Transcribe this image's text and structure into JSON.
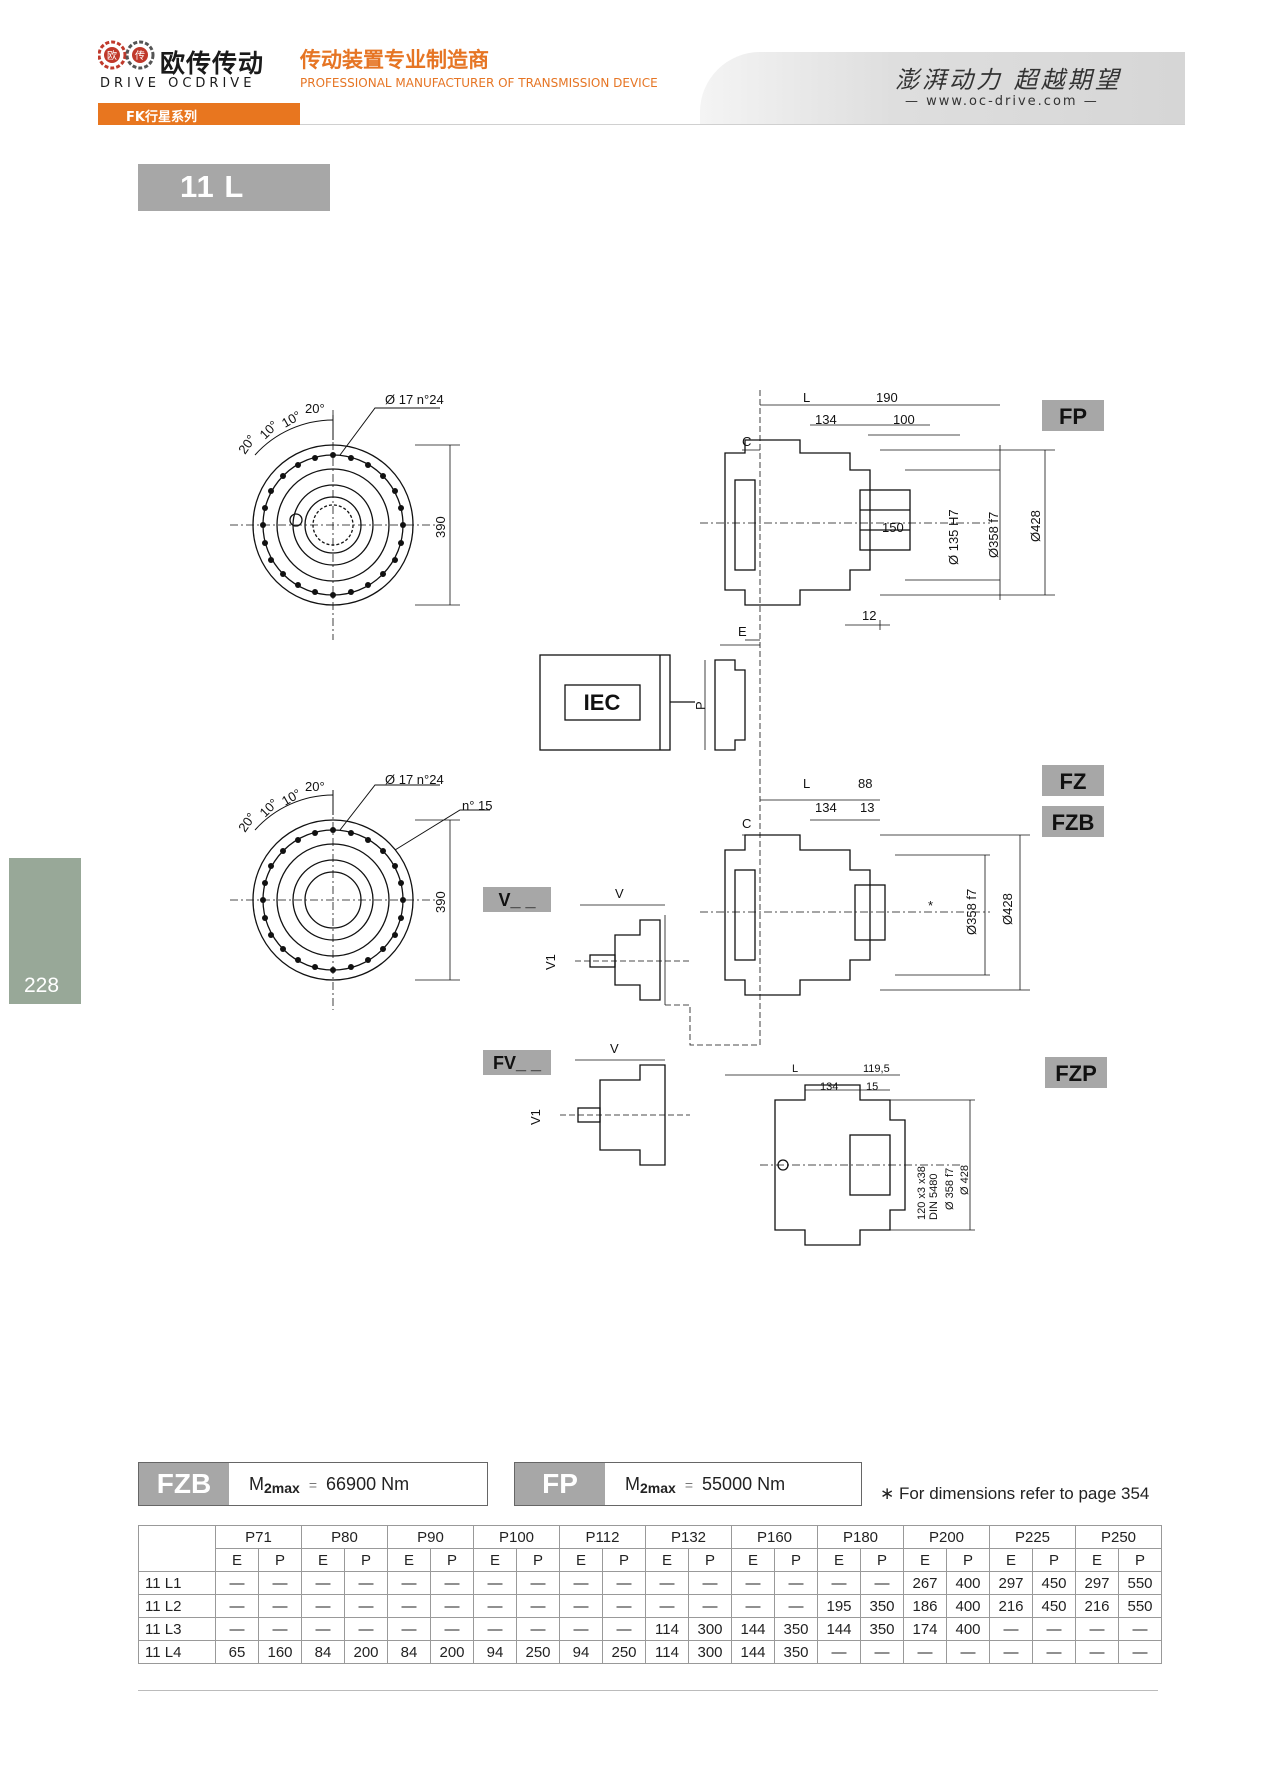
{
  "header": {
    "brand_cn": "欧传传动",
    "brand_en": "DRIVE OCDRIVE",
    "tagline_cn": "传动装置专业制造商",
    "tagline_en": "PROFESSIONAL MANUFACTURER OF TRANSMISSION DEVICE",
    "slogan": "澎湃动力 超越期望",
    "website": "www.oc-drive.com",
    "series": "FK行星系列",
    "logo_chars": [
      "欧",
      "传"
    ]
  },
  "title": "11 L",
  "page_number": "228",
  "drawing_labels": {
    "tags": {
      "fp": "FP",
      "fz": "FZ",
      "fzb": "FZB",
      "fzp": "FZP",
      "v": "V_ _",
      "fv": "FV_ _",
      "iec": "IEC"
    },
    "holes": "Ø 17 n°24",
    "n15": "n° 15",
    "angle_20a": "20°",
    "angle_10a": "10°",
    "angle_10b": "10°",
    "angle_20b": "20°",
    "d390": "390",
    "L": "L",
    "C": "C",
    "E": "E",
    "P": "P",
    "V": "V",
    "V1": "V1",
    "fp_190": "190",
    "fp_134": "134",
    "fp_100": "100",
    "fp_150": "150",
    "fp_135": "Ø 135 H7",
    "fp_358": "Ø358 f7",
    "fp_428": "Ø428",
    "fp_12": "12",
    "fz_88": "88",
    "fz_134": "134",
    "fz_13": "13",
    "fz_star": "*",
    "fz_358": "Ø358 f7",
    "fz_428": "Ø428",
    "fzp_1195": "119,5",
    "fzp_134": "134",
    "fzp_15": "15",
    "fzp_spline": "120 x3 x38",
    "fzp_din": "DIN 5480",
    "fzp_358": "Ø 358 f7",
    "fzp_428": "Ø 428"
  },
  "torque": {
    "fzb": {
      "tag": "FZB",
      "label": "M",
      "sub": "2max",
      "eq": "=",
      "value": "66900 Nm"
    },
    "fp": {
      "tag": "FP",
      "label": "M",
      "sub": "2max",
      "eq": "=",
      "value": "55000 Nm"
    }
  },
  "note": "∗ For dimensions refer to page 354",
  "table": {
    "groups": [
      "P71",
      "P80",
      "P90",
      "P100",
      "P112",
      "P132",
      "P160",
      "P180",
      "P200",
      "P225",
      "P250"
    ],
    "sub": [
      "E",
      "P"
    ],
    "rows": [
      {
        "label": "11 L1",
        "cells": [
          "—",
          "—",
          "—",
          "—",
          "—",
          "—",
          "—",
          "—",
          "—",
          "—",
          "—",
          "—",
          "—",
          "—",
          "—",
          "—",
          "267",
          "400",
          "297",
          "450",
          "297",
          "550"
        ]
      },
      {
        "label": "11 L2",
        "cells": [
          "—",
          "—",
          "—",
          "—",
          "—",
          "—",
          "—",
          "—",
          "—",
          "—",
          "—",
          "—",
          "—",
          "—",
          "195",
          "350",
          "186",
          "400",
          "216",
          "450",
          "216",
          "550"
        ]
      },
      {
        "label": "11 L3",
        "cells": [
          "—",
          "—",
          "—",
          "—",
          "—",
          "—",
          "—",
          "—",
          "—",
          "—",
          "114",
          "300",
          "144",
          "350",
          "144",
          "350",
          "174",
          "400",
          "—",
          "—",
          "—",
          "—"
        ]
      },
      {
        "label": "11 L4",
        "cells": [
          "65",
          "160",
          "84",
          "200",
          "84",
          "200",
          "94",
          "250",
          "94",
          "250",
          "114",
          "300",
          "144",
          "350",
          "—",
          "—",
          "—",
          "—",
          "—",
          "—",
          "—",
          "—"
        ]
      }
    ]
  }
}
